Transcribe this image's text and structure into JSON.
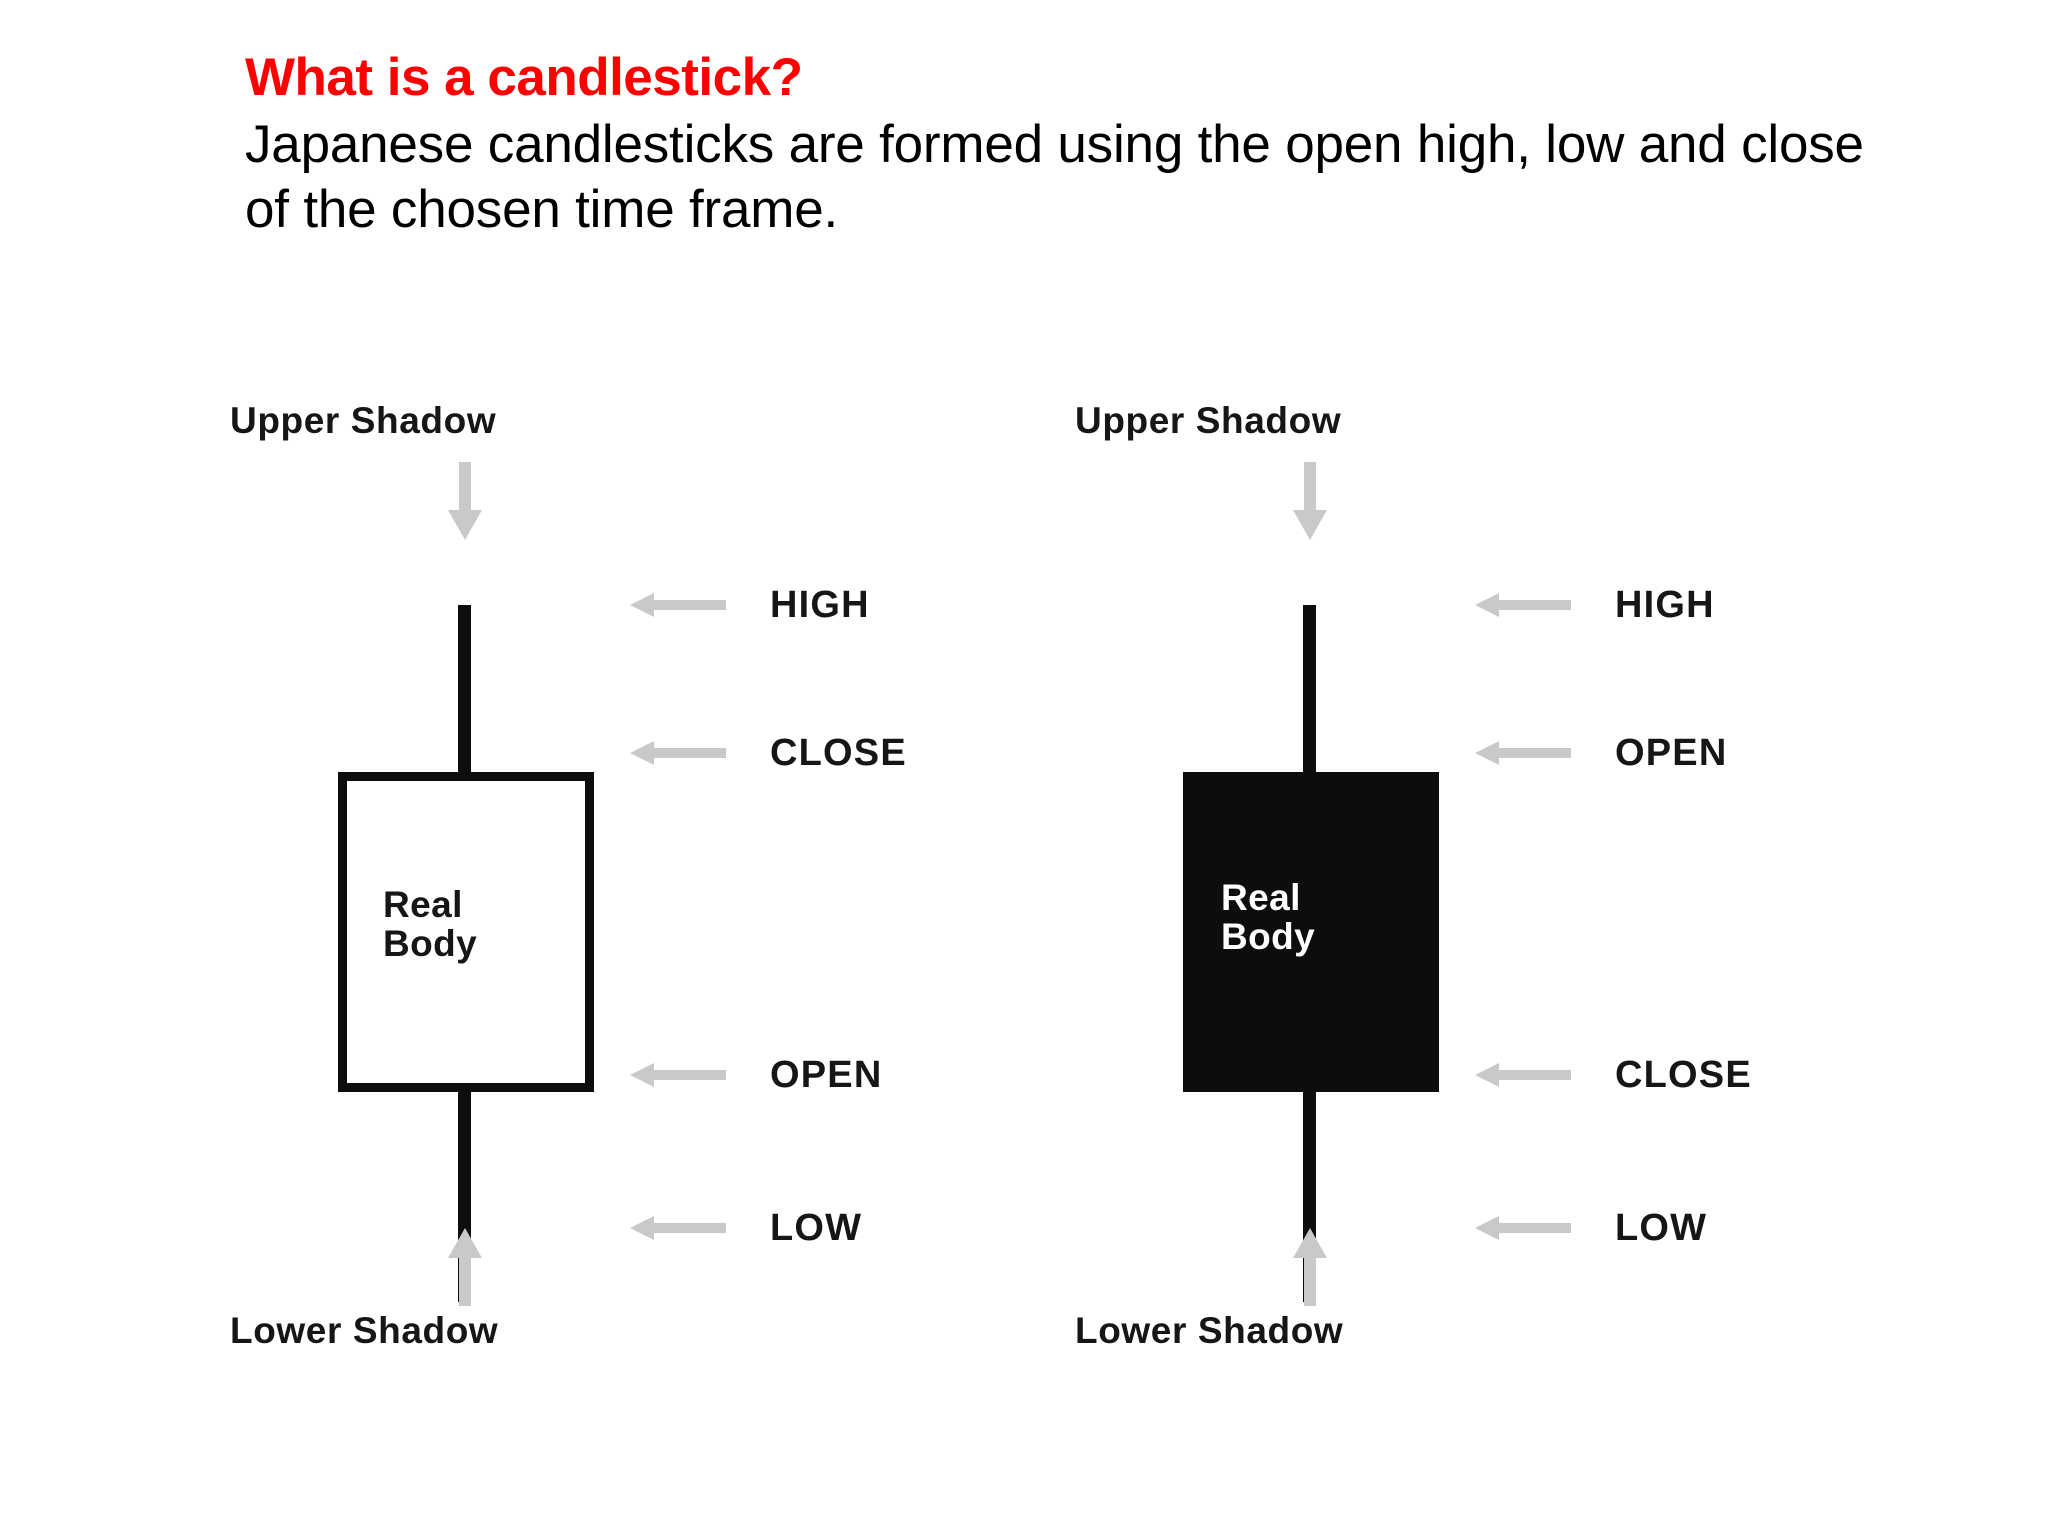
{
  "slide": {
    "title": "What is a candlestick?",
    "body": "Japanese candlesticks are formed using the open high, low and close of the chosen time frame.",
    "title_color": "#FF0000",
    "body_color": "#000000",
    "background_color": "#FFFFFF"
  },
  "diagram": {
    "arrow_color": "#C9C9C9",
    "line_color": "#0D0D0D",
    "candles": [
      {
        "id": "bullish",
        "body_style": "hollow",
        "body_fill": "#FFFFFF",
        "body_border": "#0D0D0D",
        "body_label": "Real\nBody",
        "body_label_color": "#161616",
        "upper_shadow_caption": "Upper Shadow",
        "lower_shadow_caption": "Lower Shadow",
        "callouts": [
          {
            "label": "HIGH",
            "position": "high"
          },
          {
            "label": "CLOSE",
            "position": "body-top"
          },
          {
            "label": "OPEN",
            "position": "body-bottom"
          },
          {
            "label": "LOW",
            "position": "low"
          }
        ]
      },
      {
        "id": "bearish",
        "body_style": "filled",
        "body_fill": "#0D0D0D",
        "body_border": "#0D0D0D",
        "body_label": "Real\nBody",
        "body_label_color": "#FFFFFF",
        "upper_shadow_caption": "Upper Shadow",
        "lower_shadow_caption": "Lower Shadow",
        "callouts": [
          {
            "label": "HIGH",
            "position": "high"
          },
          {
            "label": "OPEN",
            "position": "body-top"
          },
          {
            "label": "CLOSE",
            "position": "body-bottom"
          },
          {
            "label": "LOW",
            "position": "low"
          }
        ]
      }
    ]
  }
}
